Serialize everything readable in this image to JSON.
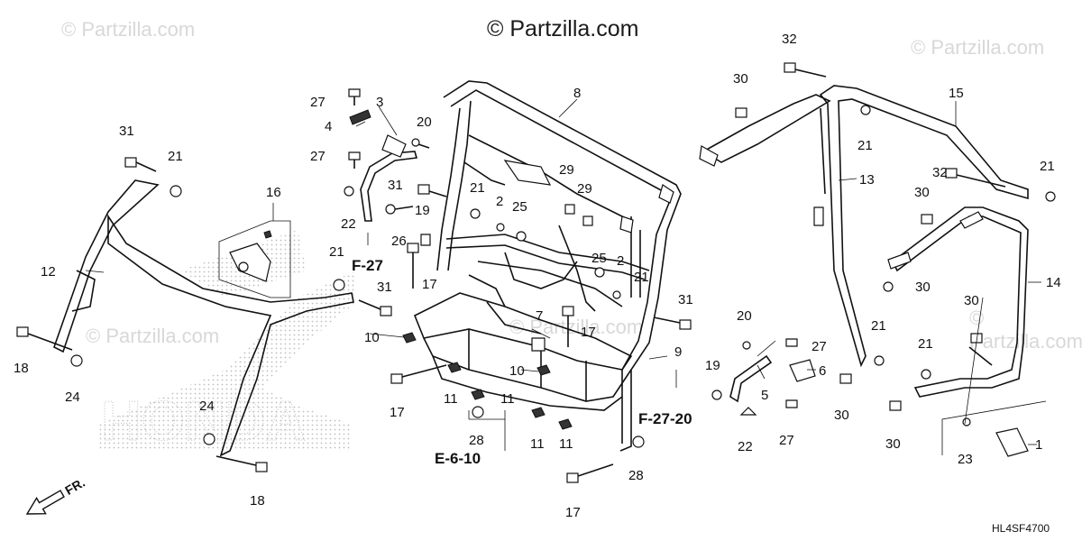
{
  "watermark": {
    "main": "© Partzilla.com",
    "faint": "© Partzilla.com"
  },
  "brand_mark": "HONDA",
  "diagram_code": "HL4SF4700",
  "front_marker": "FR.",
  "references": {
    "f27_top": "F-27",
    "f27_20": "F-27-20",
    "e6_10": "E-6-10"
  },
  "callouts": {
    "c1": "1",
    "c2a": "2",
    "c2b": "2",
    "c3": "3",
    "c4": "4",
    "c5": "5",
    "c6": "6",
    "c7": "7",
    "c8": "8",
    "c9": "9",
    "c10a": "10",
    "c10b": "10",
    "c11a": "11",
    "c11b": "11",
    "c11c": "11",
    "c11d": "11",
    "c12": "12",
    "c13": "13",
    "c14": "14",
    "c15": "15",
    "c16": "16",
    "c17a": "17",
    "c17b": "17",
    "c17c": "17",
    "c17d": "17",
    "c18a": "18",
    "c18b": "18",
    "c19a": "19",
    "c19b": "19",
    "c20a": "20",
    "c20b": "20",
    "c21a": "21",
    "c21b": "21",
    "c21c": "21",
    "c21d": "21",
    "c21e": "21",
    "c21f": "21",
    "c21g": "21",
    "c22a": "22",
    "c22b": "22",
    "c23": "23",
    "c24a": "24",
    "c24b": "24",
    "c25a": "25",
    "c25b": "25",
    "c26": "26",
    "c27a": "27",
    "c27b": "27",
    "c27c": "27",
    "c27d": "27",
    "c28a": "28",
    "c28b": "28",
    "c29a": "29",
    "c29b": "29",
    "c30a": "30",
    "c30b": "30",
    "c30c": "30",
    "c30d": "30",
    "c30e": "30",
    "c30f": "30",
    "c31a": "31",
    "c31b": "31",
    "c31c": "31",
    "c31d": "31",
    "c32a": "32",
    "c32b": "32"
  },
  "colors": {
    "line": "#111111",
    "watermark": "#d8d8d8",
    "honda_outline": "#c8c8c8"
  }
}
